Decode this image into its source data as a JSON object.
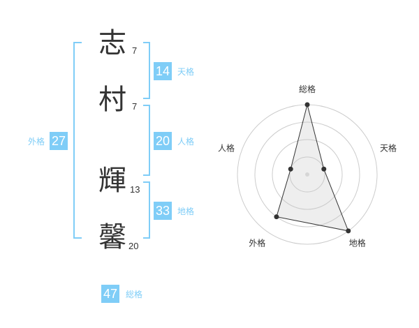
{
  "name": {
    "chars": [
      {
        "char": "志",
        "strokes": "7"
      },
      {
        "char": "村",
        "strokes": "7"
      },
      {
        "char": "輝",
        "strokes": "13"
      },
      {
        "char": "馨",
        "strokes": "20"
      }
    ]
  },
  "fortunes": {
    "tenkaku": {
      "value": "14",
      "label": "天格"
    },
    "jinkaku": {
      "value": "20",
      "label": "人格"
    },
    "chikaku": {
      "value": "33",
      "label": "地格"
    },
    "gaikaku": {
      "value": "27",
      "label": "外格"
    },
    "soukaku": {
      "value": "47",
      "label": "総格"
    }
  },
  "colors": {
    "accent": "#7fcdf7",
    "text": "#333333",
    "grid": "#cccccc"
  },
  "chart_data": {
    "type": "radar",
    "axes": [
      "総格",
      "天格",
      "地格",
      "外格",
      "人格"
    ],
    "values": [
      4,
      1,
      4,
      3,
      1
    ],
    "max": 4,
    "rings": 4
  }
}
